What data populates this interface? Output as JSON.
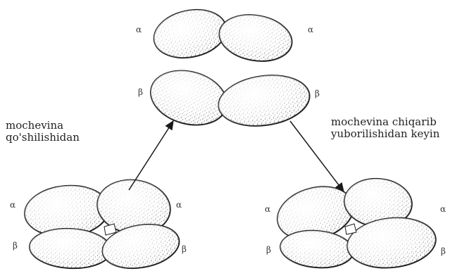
{
  "labels": {
    "left_line1": "mochevina",
    "left_line2": "qo'shilishidan",
    "right_line1": "mochevina chiqarib",
    "right_line2": "yuborilishidan keyin"
  },
  "greek": {
    "top_alpha_left": "α",
    "top_alpha_right": "α",
    "top_beta_left": "β",
    "top_beta_right": "β",
    "bl_alpha_left": "α",
    "bl_alpha_right": "α",
    "bl_beta_left": "β",
    "bl_beta_right": "β",
    "br_alpha_left": "α",
    "br_alpha_right": "α",
    "br_beta_left": "β",
    "br_beta_right": "β"
  },
  "colors": {
    "ink": "#1a1a1a",
    "stipple": "#444444"
  }
}
